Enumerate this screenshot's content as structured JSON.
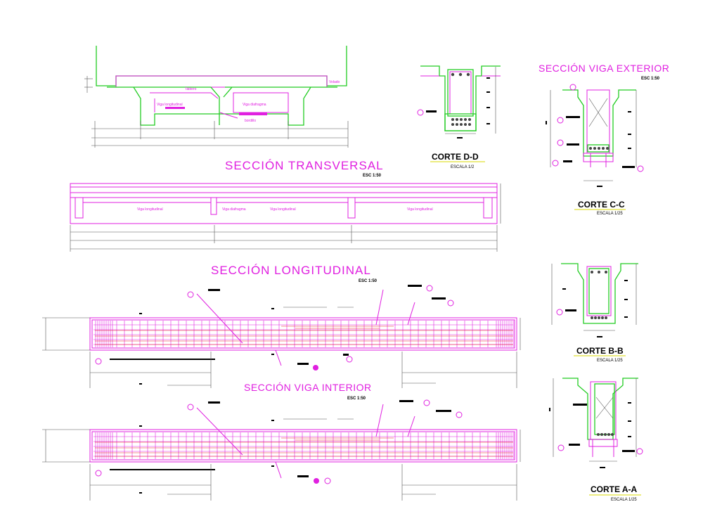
{
  "titles": {
    "transversal": "SECCIÓN TRANSVERSAL",
    "transversal_scale": "ESC 1:50",
    "longitudinal": "SECCIÓN LONGITUDINAL",
    "longitudinal_scale": "ESC 1:50",
    "viga_interior": "SECCIÓN VIGA INTERIOR",
    "viga_interior_scale": "ESC 1:50",
    "viga_exterior": "SECCIÓN VIGA EXTERIOR",
    "viga_exterior_scale": "ESC 1:50"
  },
  "cortes": {
    "dd": {
      "label": "CORTE D-D",
      "scale": "ESCALA 1/2"
    },
    "cc": {
      "label": "CORTE C-C",
      "scale": "ESCALA 1/25"
    },
    "bb": {
      "label": "CORTE B-B",
      "scale": "ESCALA 1/25"
    },
    "aa": {
      "label": "CORTE A-A",
      "scale": "ESCALA 1/25"
    }
  },
  "labels": {
    "tablero": "Tablero",
    "volado": "Volado",
    "viga_longitudinal_top": "Viga longitudinal",
    "viga_diafragma_top": "Viga diafragma",
    "bordillo": "bordillo",
    "viga_longitudinal_1": "Viga longitudinal",
    "viga_diafragma_mid": "Viga diafragma",
    "viga_longitudinal_2": "Viga longitudinal",
    "viga_longitudinal_3": "Viga longitudinal"
  },
  "colors": {
    "outline": "#e020e0",
    "rebar": "#22cc22",
    "dimension": "#d8d800",
    "longitudinal_bars": "#ee2222"
  }
}
